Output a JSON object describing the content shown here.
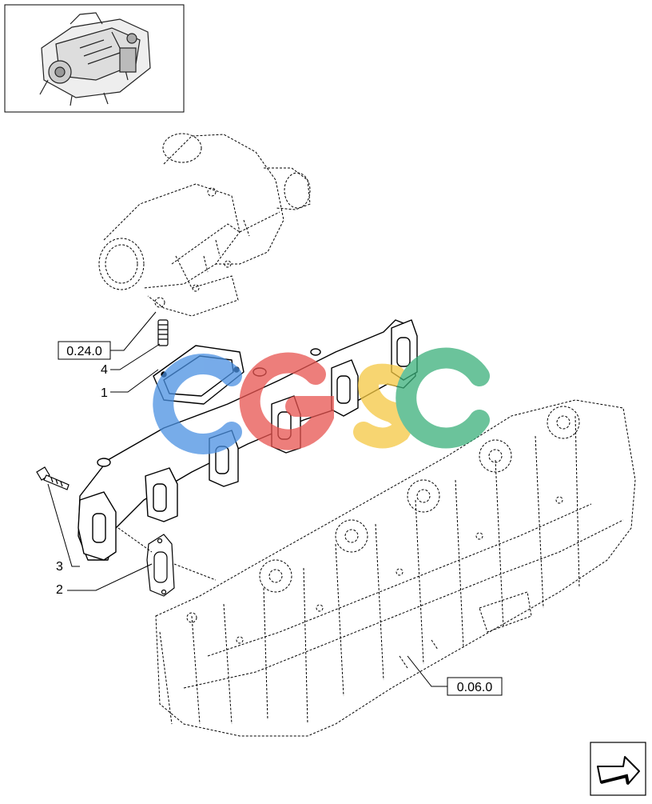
{
  "references": {
    "turbo_ref": "0.24.0",
    "head_ref": "0.06.0"
  },
  "callouts": {
    "c1": "1",
    "c2": "2",
    "c3": "3",
    "c4": "4"
  },
  "watermark": {
    "letters": [
      "C",
      "G",
      "S",
      "C"
    ],
    "colors": [
      "#4a90e2",
      "#e8534f",
      "#f5c842",
      "#3ab07a"
    ]
  },
  "icons": {
    "engine_thumbnail": "engine-thumbnail-icon",
    "next_page": "next-page-arrow-icon"
  }
}
